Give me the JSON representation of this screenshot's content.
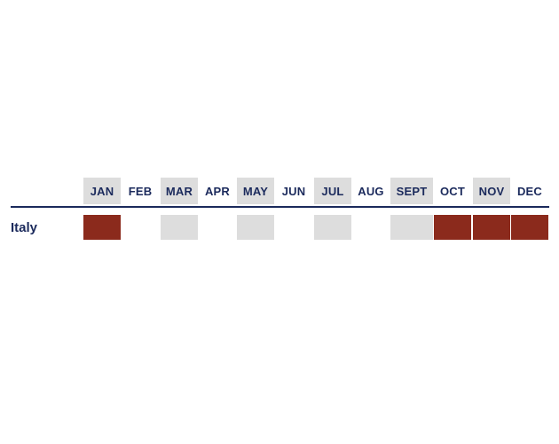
{
  "months": [
    {
      "label": "JAN",
      "shaded": true,
      "active": true
    },
    {
      "label": "FEB",
      "shaded": false,
      "active": false
    },
    {
      "label": "MAR",
      "shaded": true,
      "active": false
    },
    {
      "label": "APR",
      "shaded": false,
      "active": false
    },
    {
      "label": "MAY",
      "shaded": true,
      "active": false
    },
    {
      "label": "JUN",
      "shaded": false,
      "active": false
    },
    {
      "label": "JUL",
      "shaded": true,
      "active": false
    },
    {
      "label": "AUG",
      "shaded": false,
      "active": false
    },
    {
      "label": "SEPT",
      "shaded": true,
      "active": false
    },
    {
      "label": "OCT",
      "shaded": false,
      "active": true
    },
    {
      "label": "NOV",
      "shaded": true,
      "active": true
    },
    {
      "label": "DEC",
      "shaded": false,
      "active": true
    }
  ],
  "rows": [
    {
      "country": "Italy"
    }
  ],
  "colors": {
    "text": "#1b2a5c",
    "shade": "#dddddd",
    "active": "#8b2a1c"
  }
}
